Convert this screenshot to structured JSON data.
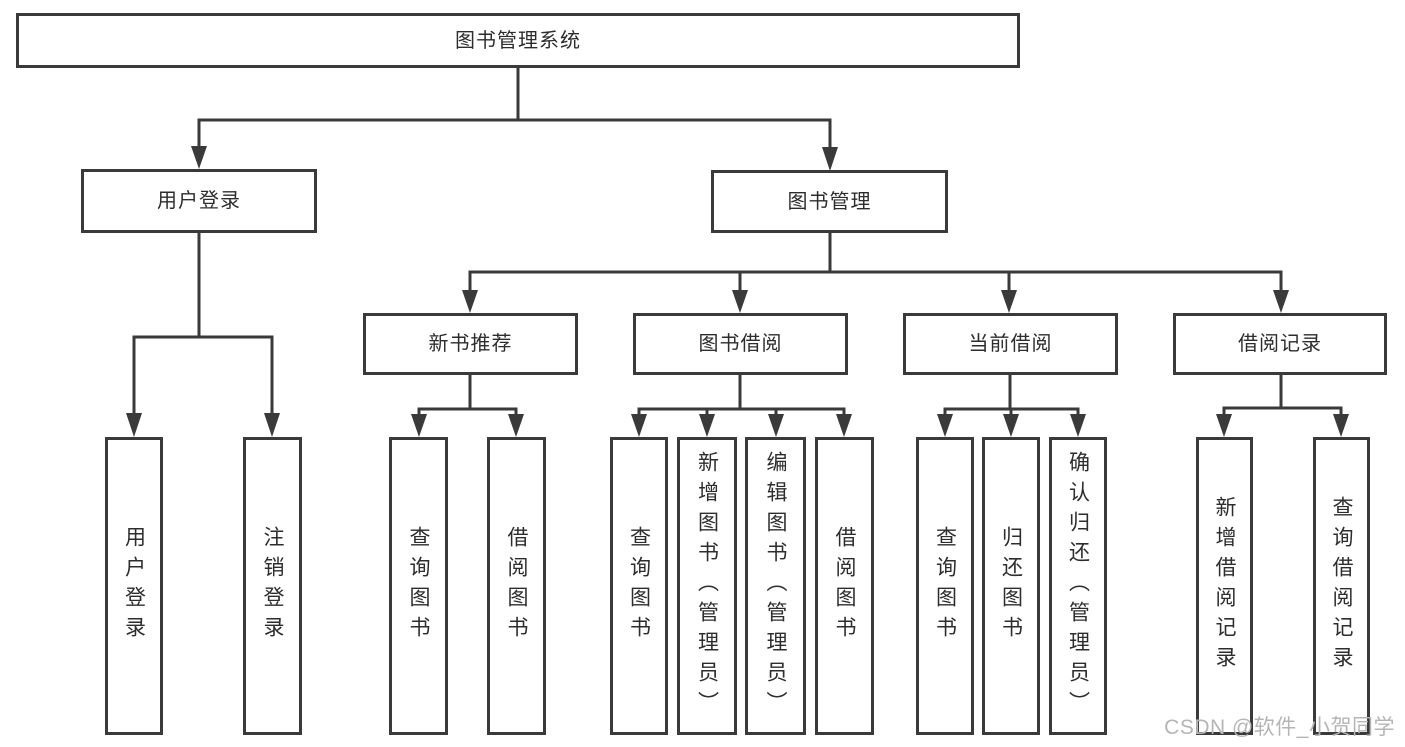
{
  "diagram": {
    "root": {
      "label": "图书管理系统"
    },
    "level2": [
      {
        "label": "用户登录"
      },
      {
        "label": "图书管理"
      }
    ],
    "level3": [
      {
        "label": "新书推荐"
      },
      {
        "label": "图书借阅"
      },
      {
        "label": "当前借阅"
      },
      {
        "label": "借阅记录"
      }
    ],
    "leaves": [
      {
        "label": "用户登录"
      },
      {
        "label": "注销登录"
      },
      {
        "label": "查询图书"
      },
      {
        "label": "借阅图书"
      },
      {
        "label": "查询图书"
      },
      {
        "label": "新增图书（管理员）"
      },
      {
        "label": "编辑图书（管理员）"
      },
      {
        "label": "借阅图书"
      },
      {
        "label": "查询图书"
      },
      {
        "label": "归还图书"
      },
      {
        "label": "确认归还（管理员）"
      },
      {
        "label": "新增借阅记录"
      },
      {
        "label": "查询借阅记录"
      }
    ]
  },
  "watermark": {
    "text": "CSDN @软件_小贺同学",
    "color": "#b5b5b5"
  },
  "colors": {
    "line": "#3a3a3a",
    "border": "#3a3a3a",
    "text": "#2d2d2d",
    "background": "#ffffff"
  }
}
